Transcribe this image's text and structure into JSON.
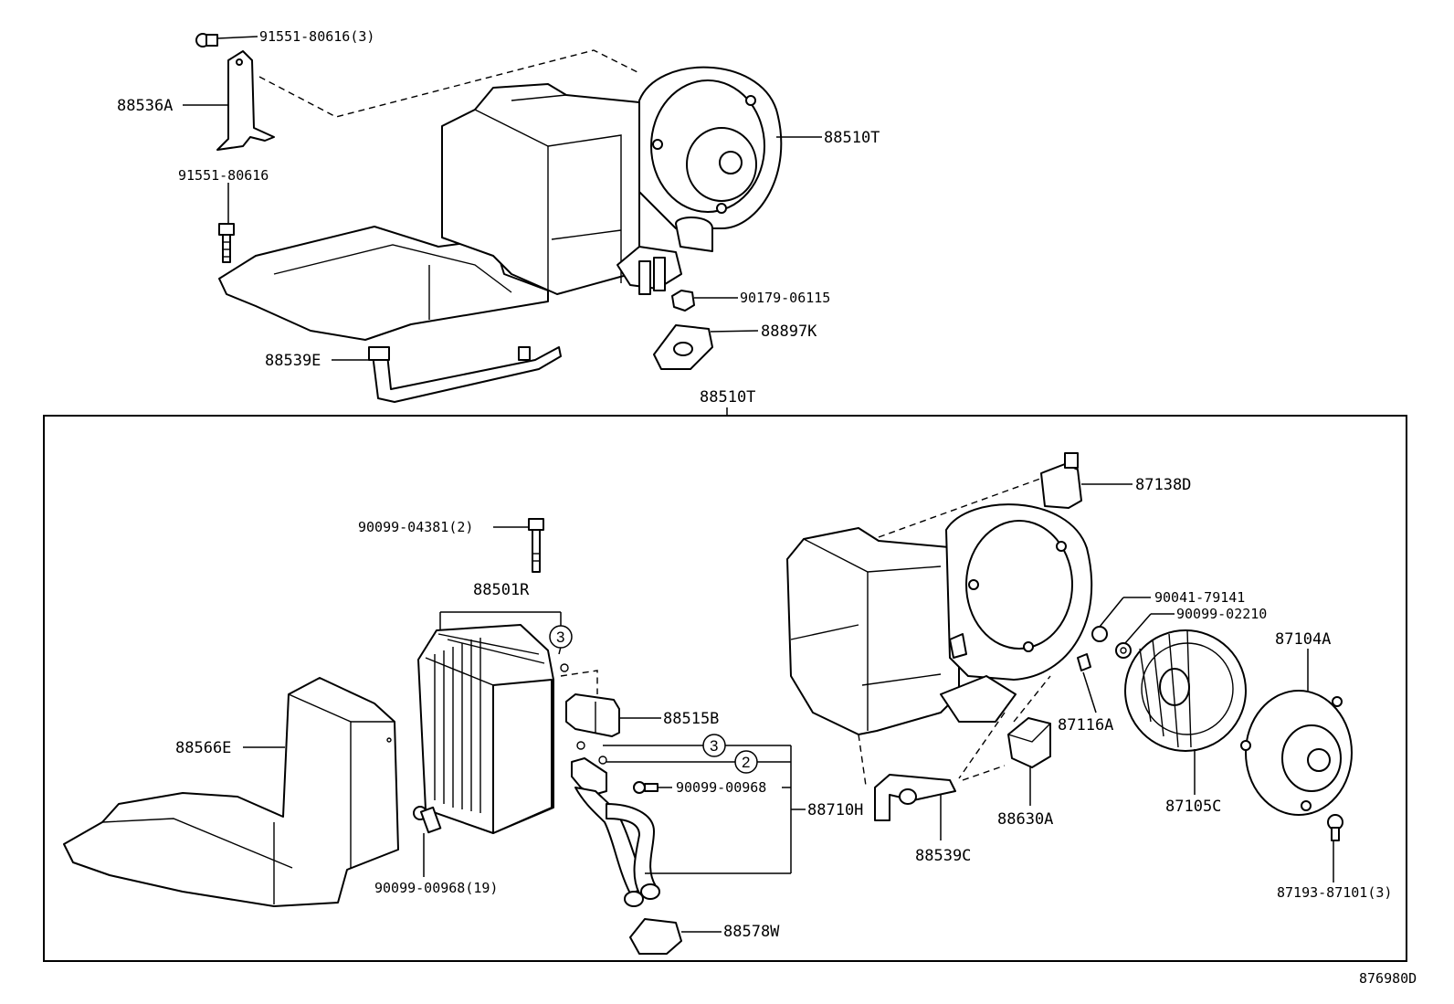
{
  "diagram": {
    "drawing_number": "876980D",
    "frame_label": "88510T",
    "labels": {
      "bolt_top": "91551-80616(3)",
      "bracket": "88536A",
      "bolt_mid": "91551-80616",
      "blower_assy_top": "88510T",
      "nut": "90179-06115",
      "grommet_top": "88897K",
      "drain_hose_top": "88539E",
      "resistor": "87138D",
      "screw_evap": "90099-04381(2)",
      "evaporator": "88501R",
      "clip_nut": "90041-79141",
      "washer": "90099-02210",
      "motor_plate": "87104A",
      "valve": "88515B",
      "actuator_clip": "87116A",
      "case_lower": "88566E",
      "screw_valve": "90099-00968",
      "tube_set": "88710H",
      "servo": "88630A",
      "fan": "87105C",
      "screw_case": "90099-00968(19)",
      "drain_hose": "88539C",
      "motor_screw": "87193-87101(3)",
      "grommet": "88578W"
    },
    "callouts": {
      "c1": "3",
      "c2": "3",
      "c3": "2"
    }
  }
}
